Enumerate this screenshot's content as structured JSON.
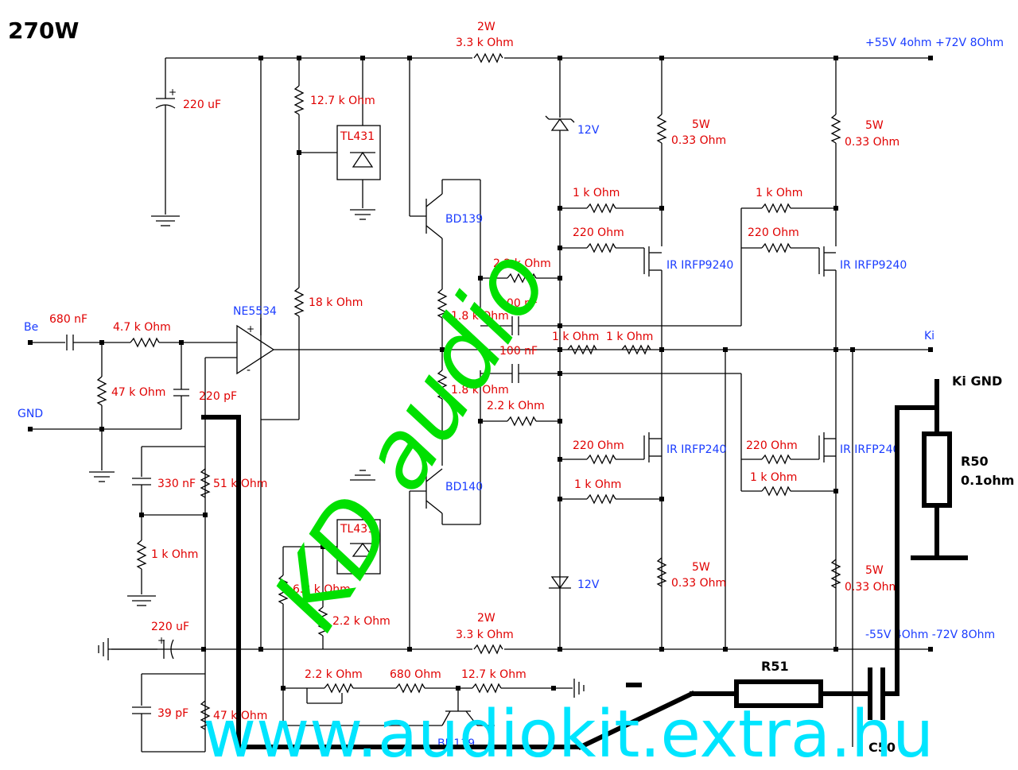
{
  "title": "270W",
  "supply": {
    "positive": "+55V 4ohm +72V 8Ohm",
    "negative": "-55V 4Ohm -72V 8Ohm"
  },
  "io": {
    "input": "Be",
    "ground": "GND",
    "output": "Ki",
    "output_ground": "Ki GND"
  },
  "components": {
    "c_bulk_top": "220 uF",
    "r_zen_top": "12.7 k Ohm",
    "tl431_top": "TL431",
    "tl431_bot": "TL431",
    "r_feed_top_pw": "2W",
    "r_feed_top": "3.3 k Ohm",
    "r_feed_bot_pw": "2W",
    "r_feed_bot": "3.3 k Ohm",
    "z_top": "12V",
    "z_bot": "12V",
    "r_src_pw": "5W",
    "r_src": "0.33  Ohm",
    "r_gate1": "1 k Ohm",
    "r_gate2": "220  Ohm",
    "q_p1": "IR IRFP9240",
    "q_p2": "IR IRFP9240",
    "q_n1": "IR IRFP240",
    "q_n2": "IR IRFP240",
    "bd139": "BD139",
    "bd140": "BD140",
    "r_22k": "2.2 k Ohm",
    "r_18k_drv": "1.8 k Ohm",
    "c_100n": "100 nF",
    "r_1k_out": "1 k Ohm",
    "c_in": "680 nF",
    "r_in": "4.7 k Ohm",
    "r_47k": "47 k Ohm",
    "c_220p": "220 pF",
    "opamp": "NE5534",
    "r_18k": "18 k Ohm",
    "c_330n": "330 nF",
    "r_51k": "51 k Ohm",
    "r_1k": "1 k Ohm",
    "r_68k": "6.8 k Ohm",
    "c_bulk_bot": "220 uF",
    "c_39p": "39 pF",
    "r_680": "680  Ohm",
    "r_127k": "12.7 k Ohm",
    "bd139_bot": "BD139",
    "r50": "R50",
    "r50_val": "0.1ohm",
    "r51": "R51",
    "c50": "C50"
  },
  "watermark": {
    "brand": "KD audio",
    "url": "www.audiokit.extra.hu"
  }
}
